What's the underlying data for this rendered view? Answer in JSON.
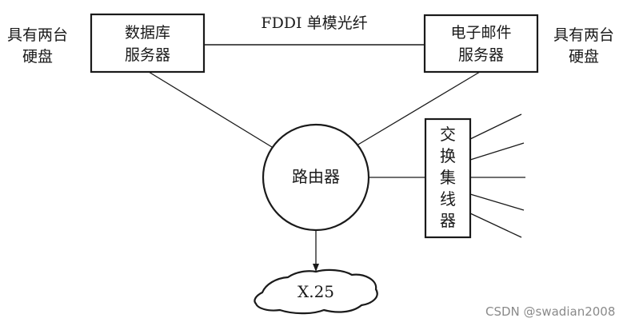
{
  "diagram": {
    "left_disk_note": [
      "具有两台",
      "硬盘"
    ],
    "right_disk_note": [
      "具有两台",
      "硬盘"
    ],
    "db_server": [
      "数据库",
      "服务器"
    ],
    "email_server": [
      "电子邮件",
      "服务器"
    ],
    "backbone_label": "FDDI 单模光纤",
    "router": "路由器",
    "hub": [
      "交",
      "换",
      "集",
      "线",
      "器"
    ],
    "wan": "X.25",
    "hub_fanout_count": 5
  },
  "watermark": "CSDN @swadian2008",
  "colors": {
    "line": "#1a1a1a",
    "background": "#ffffff",
    "watermark": "#8a8a8a"
  }
}
